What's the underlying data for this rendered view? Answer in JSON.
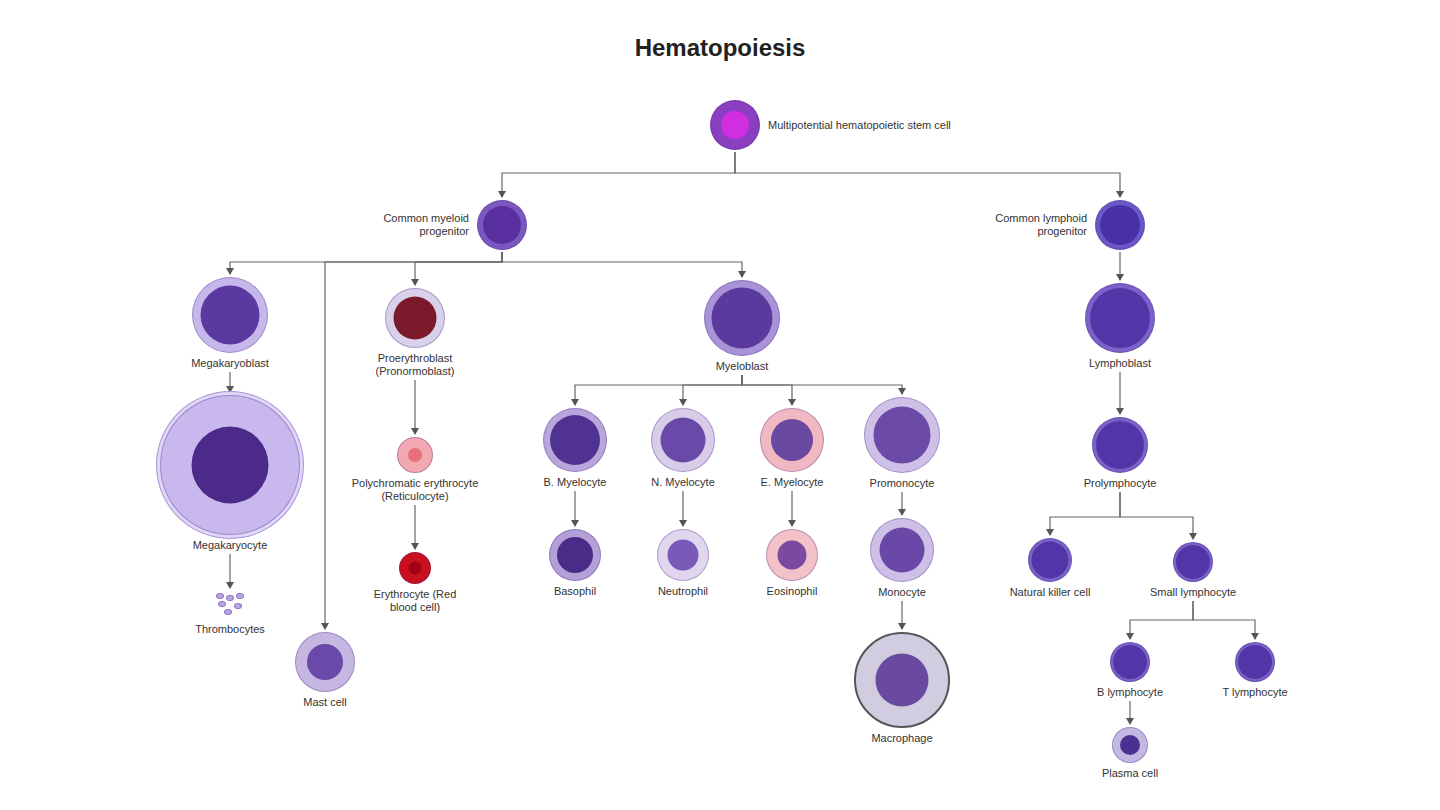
{
  "diagram": {
    "title": "Hematopoiesis",
    "nodes": [
      {
        "text": [
          "Multipotential hematopoietic stem cell"
        ]
      },
      {
        "text": [
          "Common myeloid progenitor"
        ]
      },
      {
        "text": [
          "Common lymphoid progenitor"
        ]
      },
      {
        "text": [
          "Megakaryoblast"
        ]
      },
      {
        "text": [
          "Mast cell"
        ]
      },
      {
        "text": [
          "Proerythroblast (Pronormoblast)"
        ]
      },
      {
        "text": [
          "Myeloblast"
        ]
      },
      {
        "text": [
          "Lymphoblast"
        ]
      },
      {
        "text": [
          "Megakaryocyte"
        ]
      },
      {
        "text": [
          "Polychromatic erythrocyte (Reticulocyte)"
        ]
      },
      {
        "text": [
          "B. Myelocyte"
        ]
      },
      {
        "text": [
          "N. Myelocyte"
        ]
      },
      {
        "text": [
          "E. Myelocyte"
        ]
      },
      {
        "text": [
          "Promonocyte"
        ]
      },
      {
        "text": [
          "Prolymphocyte"
        ]
      },
      {
        "text": [
          "Thrombocytes"
        ]
      },
      {
        "text": [
          "Erythrocyte (Red blood cell)"
        ]
      },
      {
        "text": [
          "Basophil"
        ]
      },
      {
        "text": [
          "Neutrophil"
        ]
      },
      {
        "text": [
          "Eosinophil"
        ]
      },
      {
        "text": [
          "Monocyte"
        ]
      },
      {
        "text": [
          "Natural killer cell"
        ]
      },
      {
        "text": [
          "Small lymphocyte"
        ]
      },
      {
        "text": [
          "Macrophage"
        ]
      },
      {
        "text": [
          "B lymphocyte"
        ]
      },
      {
        "text": [
          "T lymphocyte"
        ]
      },
      {
        "text": [
          "Plasma cell"
        ]
      }
    ],
    "edges": [
      {
        "from": 0,
        "to": 1,
        "arrow": "to"
      },
      {
        "from": 0,
        "to": 2,
        "arrow": "to"
      },
      {
        "from": 1,
        "to": 3,
        "arrow": "to"
      },
      {
        "from": 1,
        "to": 4,
        "arrow": "to"
      },
      {
        "from": 1,
        "to": 5,
        "arrow": "to"
      },
      {
        "from": 1,
        "to": 6,
        "arrow": "to"
      },
      {
        "from": 2,
        "to": 7,
        "arrow": "to"
      },
      {
        "from": 3,
        "to": 8,
        "arrow": "to"
      },
      {
        "from": 8,
        "to": 15,
        "arrow": "to"
      },
      {
        "from": 5,
        "to": 9,
        "arrow": "to"
      },
      {
        "from": 9,
        "to": 16,
        "arrow": "to"
      },
      {
        "from": 6,
        "to": 10,
        "arrow": "to"
      },
      {
        "from": 6,
        "to": 11,
        "arrow": "to"
      },
      {
        "from": 6,
        "to": 12,
        "arrow": "to"
      },
      {
        "from": 6,
        "to": 13,
        "arrow": "to"
      },
      {
        "from": 10,
        "to": 17,
        "arrow": "to"
      },
      {
        "from": 11,
        "to": 18,
        "arrow": "to"
      },
      {
        "from": 12,
        "to": 19,
        "arrow": "to"
      },
      {
        "from": 13,
        "to": 20,
        "arrow": "to"
      },
      {
        "from": 20,
        "to": 23,
        "arrow": "to"
      },
      {
        "from": 7,
        "to": 14,
        "arrow": "to"
      },
      {
        "from": 14,
        "to": 21,
        "arrow": "to"
      },
      {
        "from": 14,
        "to": 22,
        "arrow": "to"
      },
      {
        "from": 22,
        "to": 24,
        "arrow": "to"
      },
      {
        "from": 22,
        "to": 25,
        "arrow": "to"
      },
      {
        "from": 24,
        "to": 26,
        "arrow": "to"
      }
    ]
  }
}
